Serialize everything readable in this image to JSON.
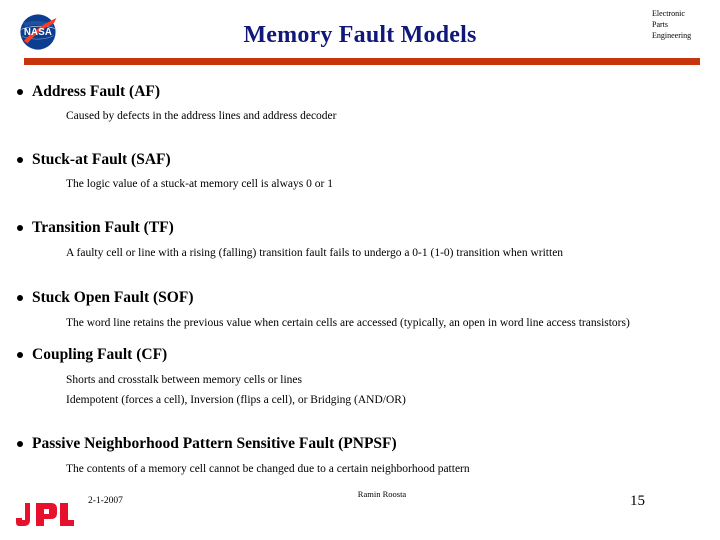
{
  "header": {
    "title": "Memory Fault Models",
    "org_lines": [
      "Electronic",
      "Parts",
      "Engineering"
    ],
    "nasa_logo_alt": "NASA",
    "rule_color": "#c8340b",
    "title_color": "#11187a"
  },
  "content": {
    "bullets": [
      {
        "heading": "Address Fault (AF)",
        "lines": [
          "Caused by defects in the address lines and address decoder"
        ]
      },
      {
        "heading": "Stuck-at Fault (SAF)",
        "lines": [
          "The logic value of a stuck-at memory cell is always 0 or 1"
        ]
      },
      {
        "heading": "Transition Fault (TF)",
        "lines": [
          "A faulty cell or line with a rising (falling) transition fault fails to undergo a 0-1 (1-0) transition when written"
        ]
      },
      {
        "heading": "Stuck Open Fault (SOF)",
        "lines": [
          "The word line retains the previous value when certain cells are accessed (typically, an open in word line access transistors)"
        ]
      },
      {
        "heading": "Coupling Fault (CF)",
        "lines": [
          "Shorts and crosstalk between memory cells or lines",
          "Idempotent (forces a cell), Inversion (flips a cell), or Bridging (AND/OR)"
        ]
      },
      {
        "heading": "Passive Neighborhood Pattern Sensitive Fault (PNPSF)",
        "lines": [
          "The contents of a memory cell cannot be changed due to a certain neighborhood pattern"
        ]
      }
    ]
  },
  "footer": {
    "date": "2-1-2007",
    "author": "Ramin Roosta",
    "page_number": "15",
    "jpl_logo_alt": "JPL",
    "jpl_color": "#e8112d"
  }
}
